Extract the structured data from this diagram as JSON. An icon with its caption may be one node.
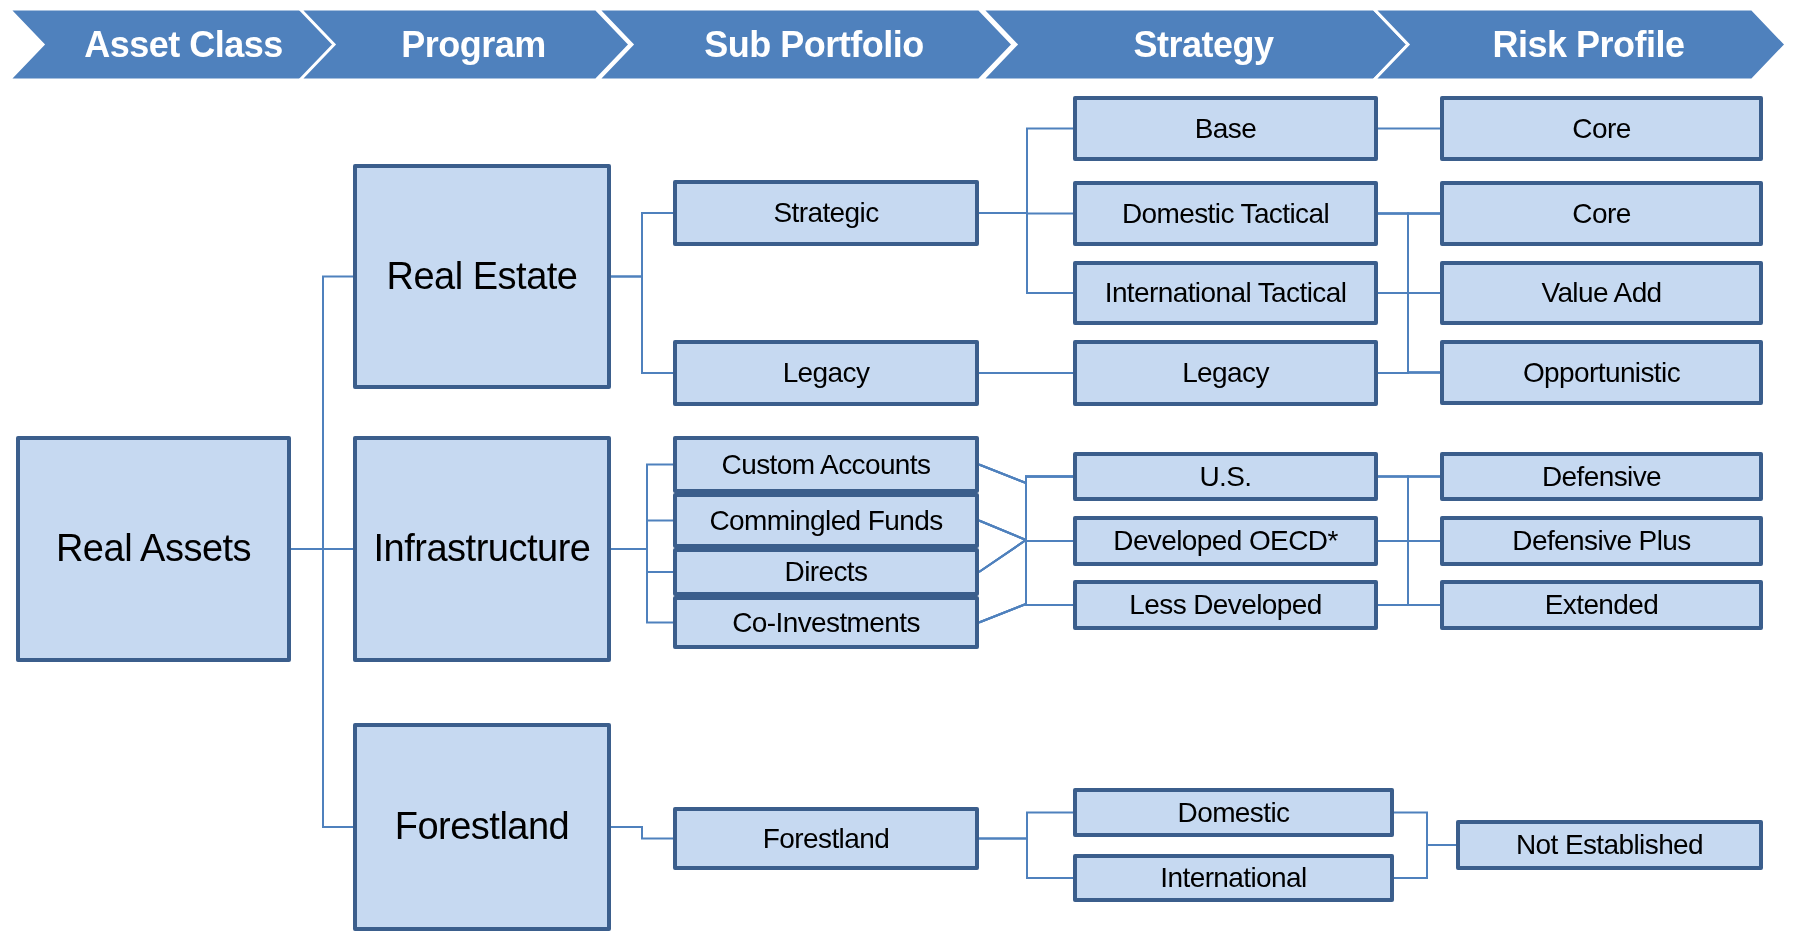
{
  "diagram": {
    "nodes": [
      {
        "text": [
          "Asset Class"
        ]
      },
      {
        "text": [
          "Program"
        ]
      },
      {
        "text": [
          "Sub Portfolio"
        ]
      },
      {
        "text": [
          "Strategy"
        ]
      },
      {
        "text": [
          "Risk Profile"
        ]
      },
      {
        "text": [
          "Real Assets"
        ]
      },
      {
        "text": [
          "Real Estate"
        ]
      },
      {
        "text": [
          "Infrastructure"
        ]
      },
      {
        "text": [
          "Forestland"
        ]
      },
      {
        "text": [
          "Strategic"
        ]
      },
      {
        "text": [
          "Legacy"
        ]
      },
      {
        "text": [
          "Custom Accounts"
        ]
      },
      {
        "text": [
          "Commingled Funds"
        ]
      },
      {
        "text": [
          "Directs"
        ]
      },
      {
        "text": [
          "Co-Investments"
        ]
      },
      {
        "text": [
          "Forestland"
        ]
      },
      {
        "text": [
          "Base"
        ]
      },
      {
        "text": [
          "Domestic Tactical"
        ]
      },
      {
        "text": [
          "International Tactical"
        ]
      },
      {
        "text": [
          "Legacy"
        ]
      },
      {
        "text": [
          "U.S."
        ]
      },
      {
        "text": [
          "Developed OECD*"
        ]
      },
      {
        "text": [
          "Less Developed"
        ]
      },
      {
        "text": [
          "Domestic"
        ]
      },
      {
        "text": [
          "International"
        ]
      },
      {
        "text": [
          "Core"
        ]
      },
      {
        "text": [
          "Core"
        ]
      },
      {
        "text": [
          "Value Add"
        ]
      },
      {
        "text": [
          "Opportunistic"
        ]
      },
      {
        "text": [
          "Defensive"
        ]
      },
      {
        "text": [
          "Defensive Plus"
        ]
      },
      {
        "text": [
          "Extended"
        ]
      },
      {
        "text": [
          "Not Established"
        ]
      }
    ],
    "edges": [
      {
        "from": 5,
        "to": 6,
        "arrow": "none"
      },
      {
        "from": 5,
        "to": 7,
        "arrow": "none"
      },
      {
        "from": 5,
        "to": 8,
        "arrow": "none"
      },
      {
        "from": 6,
        "to": 9,
        "arrow": "none"
      },
      {
        "from": 6,
        "to": 10,
        "arrow": "none"
      },
      {
        "from": 7,
        "to": 11,
        "arrow": "none"
      },
      {
        "from": 7,
        "to": 12,
        "arrow": "none"
      },
      {
        "from": 7,
        "to": 13,
        "arrow": "none"
      },
      {
        "from": 7,
        "to": 14,
        "arrow": "none"
      },
      {
        "from": 8,
        "to": 15,
        "arrow": "none"
      },
      {
        "from": 9,
        "to": 16,
        "arrow": "none"
      },
      {
        "from": 9,
        "to": 17,
        "arrow": "none"
      },
      {
        "from": 9,
        "to": 18,
        "arrow": "none"
      },
      {
        "from": 10,
        "to": 19,
        "arrow": "none"
      },
      {
        "from": 11,
        "to": 20,
        "arrow": "none"
      },
      {
        "from": 11,
        "to": 21,
        "arrow": "none"
      },
      {
        "from": 11,
        "to": 22,
        "arrow": "none"
      },
      {
        "from": 12,
        "to": 20,
        "arrow": "none"
      },
      {
        "from": 12,
        "to": 21,
        "arrow": "none"
      },
      {
        "from": 12,
        "to": 22,
        "arrow": "none"
      },
      {
        "from": 13,
        "to": 20,
        "arrow": "none"
      },
      {
        "from": 13,
        "to": 21,
        "arrow": "none"
      },
      {
        "from": 13,
        "to": 22,
        "arrow": "none"
      },
      {
        "from": 14,
        "to": 20,
        "arrow": "none"
      },
      {
        "from": 14,
        "to": 21,
        "arrow": "none"
      },
      {
        "from": 14,
        "to": 22,
        "arrow": "none"
      },
      {
        "from": 15,
        "to": 23,
        "arrow": "none"
      },
      {
        "from": 15,
        "to": 24,
        "arrow": "none"
      },
      {
        "from": 16,
        "to": 25,
        "arrow": "none"
      },
      {
        "from": 17,
        "to": 26,
        "arrow": "none"
      },
      {
        "from": 17,
        "to": 27,
        "arrow": "none"
      },
      {
        "from": 17,
        "to": 28,
        "arrow": "none"
      },
      {
        "from": 18,
        "to": 26,
        "arrow": "none"
      },
      {
        "from": 18,
        "to": 27,
        "arrow": "none"
      },
      {
        "from": 18,
        "to": 28,
        "arrow": "none"
      },
      {
        "from": 19,
        "to": 26,
        "arrow": "none"
      },
      {
        "from": 19,
        "to": 27,
        "arrow": "none"
      },
      {
        "from": 19,
        "to": 28,
        "arrow": "none"
      },
      {
        "from": 20,
        "to": 29,
        "arrow": "none"
      },
      {
        "from": 20,
        "to": 30,
        "arrow": "none"
      },
      {
        "from": 20,
        "to": 31,
        "arrow": "none"
      },
      {
        "from": 21,
        "to": 29,
        "arrow": "none"
      },
      {
        "from": 21,
        "to": 30,
        "arrow": "none"
      },
      {
        "from": 21,
        "to": 31,
        "arrow": "none"
      },
      {
        "from": 22,
        "to": 29,
        "arrow": "none"
      },
      {
        "from": 22,
        "to": 30,
        "arrow": "none"
      },
      {
        "from": 22,
        "to": 31,
        "arrow": "none"
      },
      {
        "from": 23,
        "to": 32,
        "arrow": "none"
      },
      {
        "from": 24,
        "to": 32,
        "arrow": "none"
      }
    ]
  }
}
